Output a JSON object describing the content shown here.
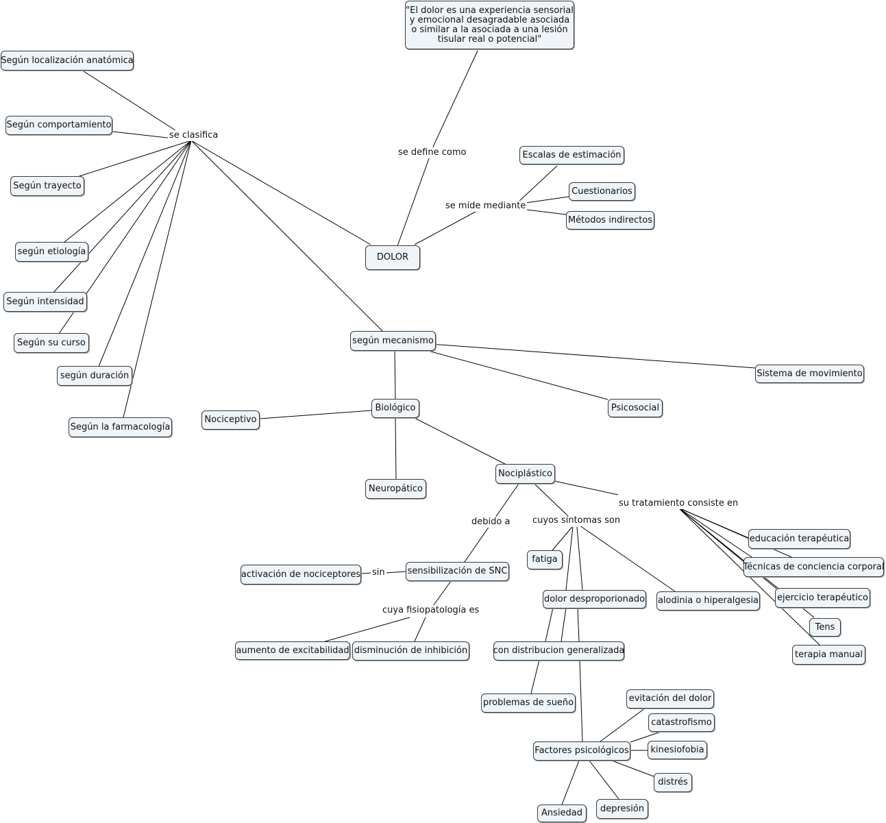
{
  "concepts": {
    "definition": "\"El dolor es una experiencia sensorial\ny emocional desagradable asociada\no similar a la asociada a una lesión\ntisular real o potencial\"",
    "dolor": "DOLOR",
    "localizacion": "Según localización anatómica",
    "comportamiento": "Según comportamiento",
    "trayecto": "Según trayecto",
    "etiologia": "según etiología",
    "intensidad": "Según intensidad",
    "curso": "Según su curso",
    "duracion": "según duración",
    "farmacologia": "Según la farmacología",
    "escalas": "Escalas de estimación",
    "cuestionarios": "Cuestionarios",
    "metodos": "Métodos indirectos",
    "mecanismo": "según mecanismo",
    "movimiento": "Sistema de movimiento",
    "biologico": "Biológico",
    "psicosocial": "Psicosocial",
    "nociceptivo": "Nociceptivo",
    "neuropatico": "Neuropático",
    "nociplastico": "Nociplástico",
    "sensibilizacion": "sensibilización de SNC",
    "activacion": "activación de nociceptores",
    "excitabilidad": "aumento de excitabilidad",
    "inhibicion": "disminución de inhibición",
    "fatiga": "fatiga",
    "desproporcionado": "dolor desproporionado",
    "alodinia": "alodinia o hiperalgesia",
    "generalizada": "con distribucion generalizada",
    "sueno": "problemas de sueño",
    "factores": "Factores psicológicos",
    "evitacion": "evitación del dolor",
    "catastrofismo": "catastrofismo",
    "kinesiofobia": "kinesiofobia",
    "distres": "distrés",
    "depresion": "depresión",
    "ansiedad": "Ansiedad",
    "educacion": "educación terapéutica",
    "conciencia": "Técnicas de conciencia corporal",
    "ejercicio": "ejercicio terapéutico",
    "tens": "Tens",
    "manual": "terapia manual"
  },
  "link_labels": {
    "clasifica": "se clasifica",
    "define": "se define como",
    "mide": "se mide mediante",
    "sin": "sin",
    "debido": "debido a",
    "fisiopatologia": "cuya fisiopatología es",
    "sintomas": "cuyos síntomas son",
    "tratamiento": "su tratamiento consiste en"
  }
}
